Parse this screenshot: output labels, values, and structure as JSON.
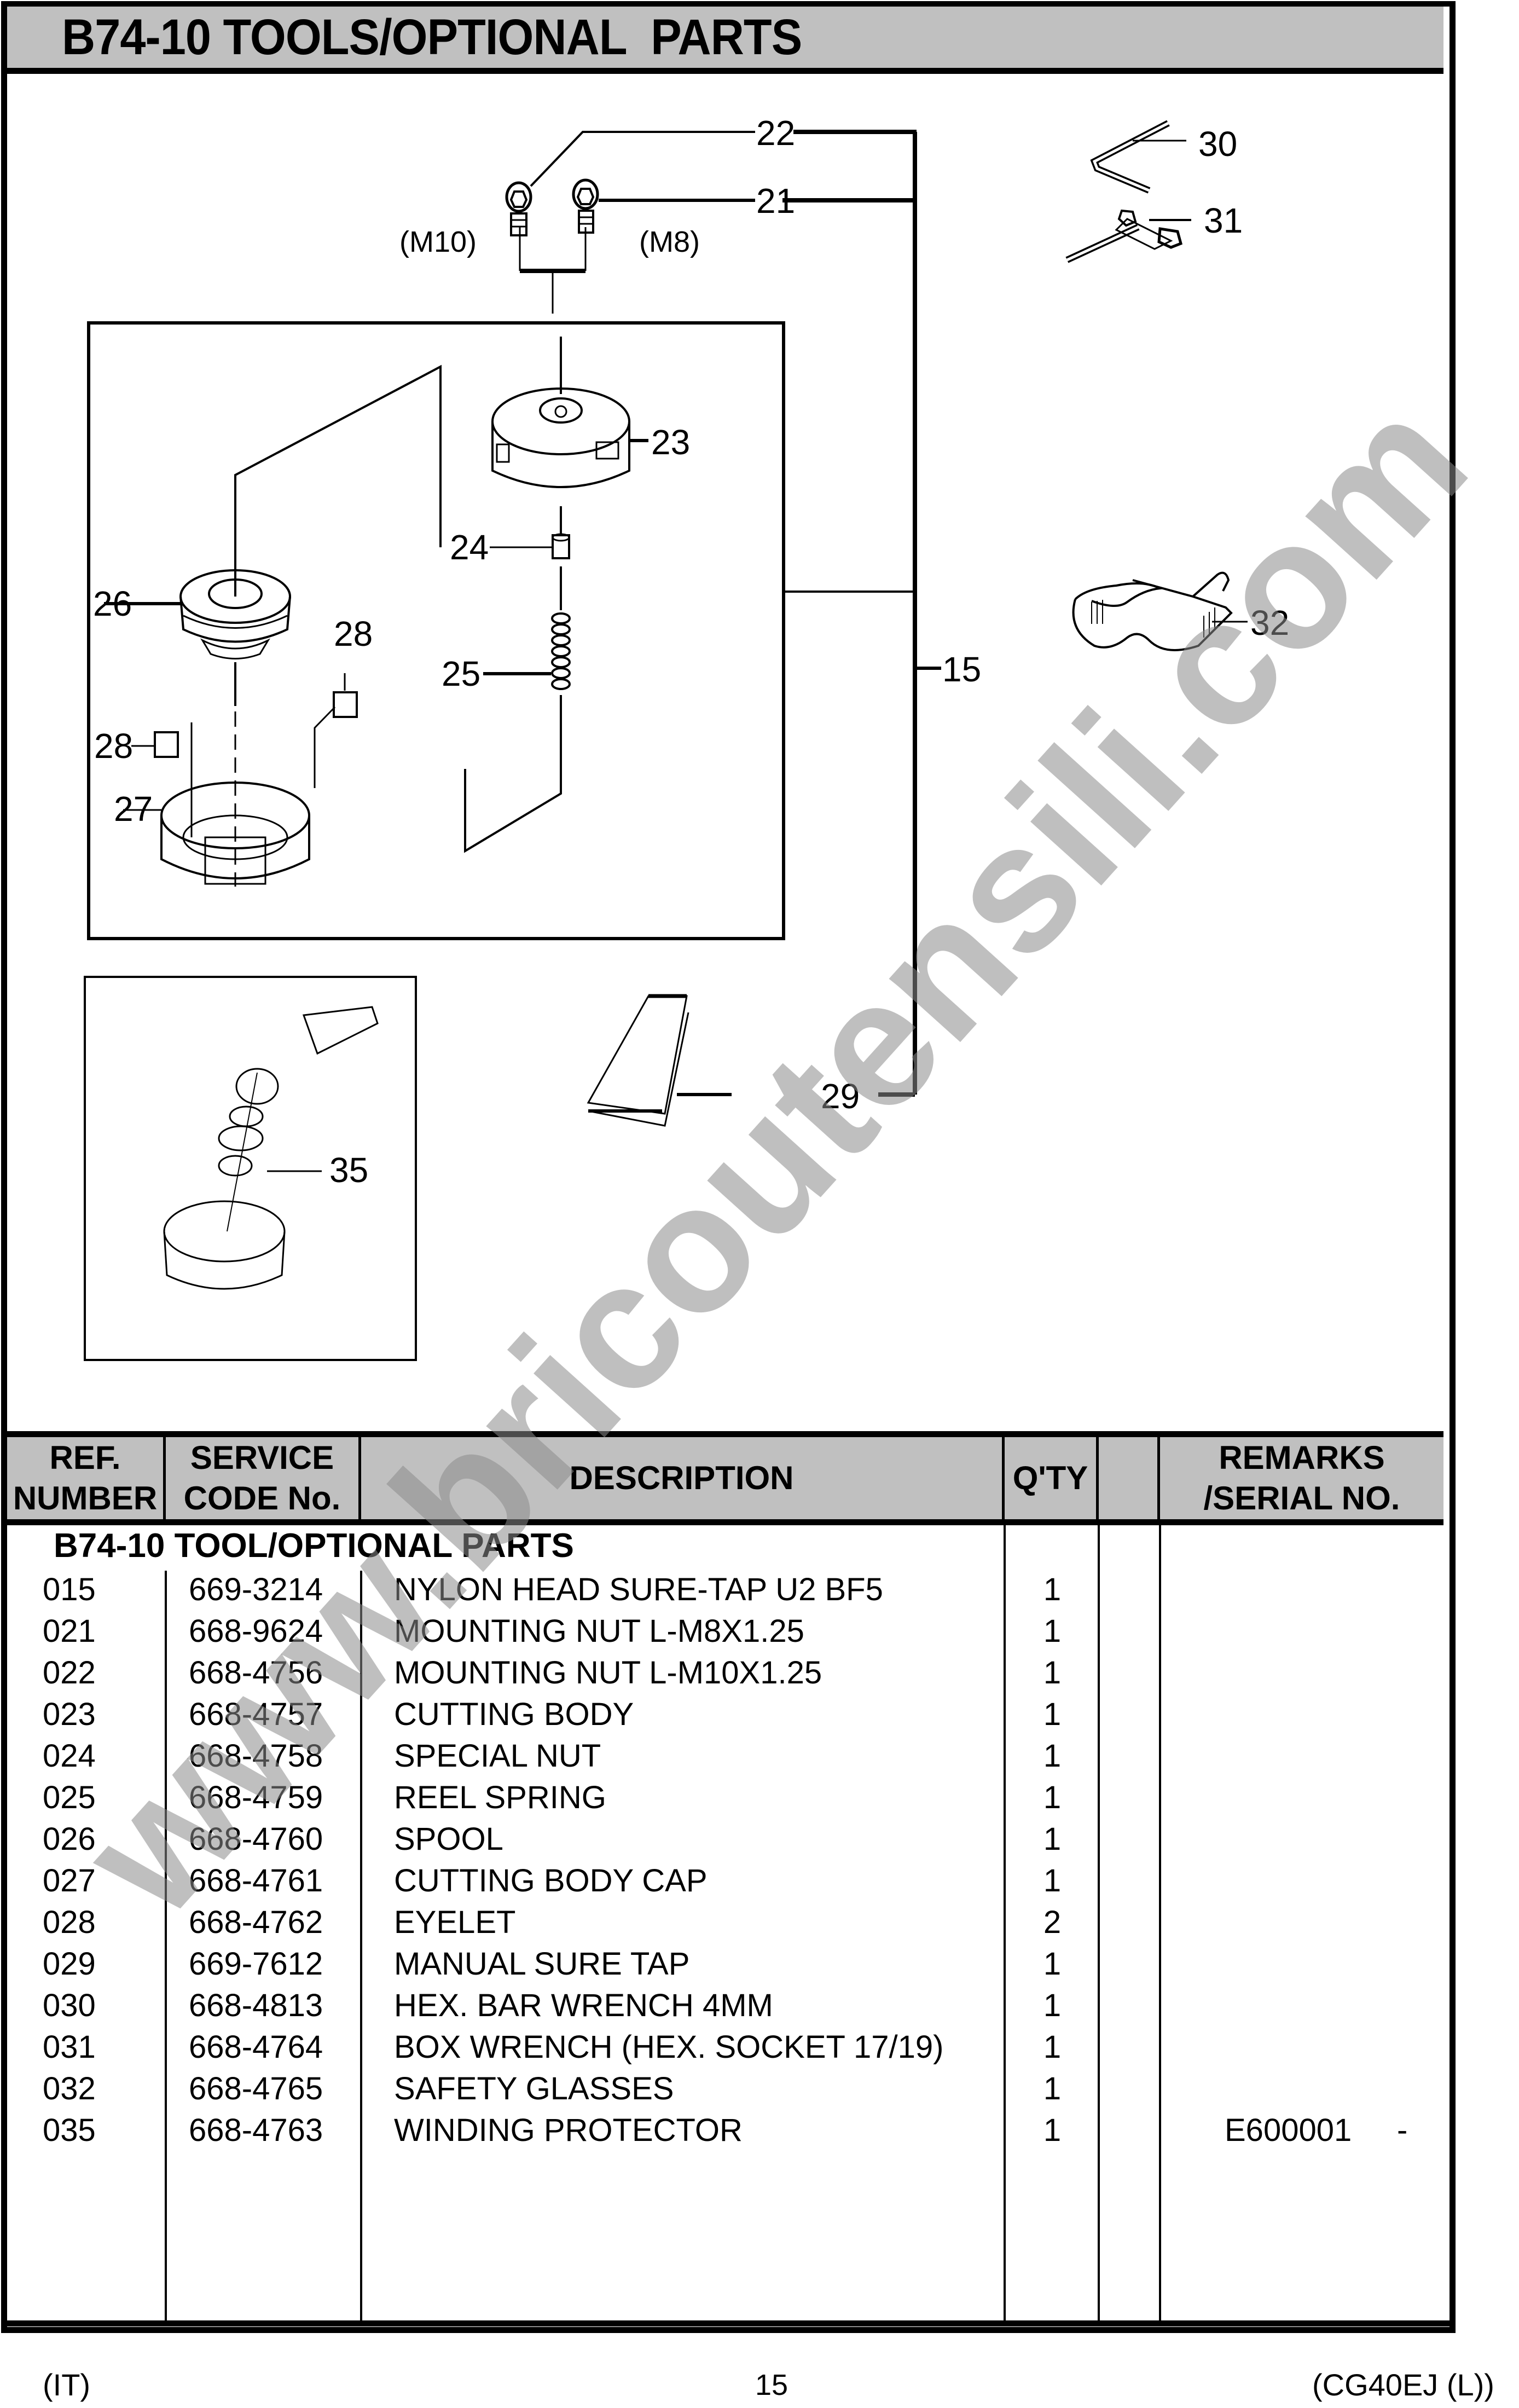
{
  "page": {
    "title": "B74-10 TOOLS/OPTIONAL  PARTS",
    "watermark": "www.bricoutensili.com"
  },
  "diagram": {
    "callouts": [
      {
        "id": "22",
        "label": "22"
      },
      {
        "id": "21",
        "label": "21"
      },
      {
        "id": "m10",
        "label": "(M10)"
      },
      {
        "id": "m8",
        "label": "(M8)"
      },
      {
        "id": "23",
        "label": "23"
      },
      {
        "id": "24",
        "label": "24"
      },
      {
        "id": "25",
        "label": "25"
      },
      {
        "id": "26",
        "label": "26"
      },
      {
        "id": "27",
        "label": "27"
      },
      {
        "id": "28a",
        "label": "28"
      },
      {
        "id": "28b",
        "label": "28"
      },
      {
        "id": "15",
        "label": "15"
      },
      {
        "id": "29",
        "label": "29"
      },
      {
        "id": "30",
        "label": "30"
      },
      {
        "id": "31",
        "label": "31"
      },
      {
        "id": "32",
        "label": "32"
      },
      {
        "id": "35",
        "label": "35"
      }
    ]
  },
  "table": {
    "headers": {
      "ref_line1": "REF.",
      "ref_line2": "NUMBER",
      "code_line1": "SERVICE",
      "code_line2": "CODE No.",
      "description": "DESCRIPTION",
      "qty": "Q'TY",
      "blank": "",
      "remarks_line1": "REMARKS",
      "remarks_line2": "/SERIAL NO."
    },
    "section_title": "B74-10 TOOL/OPTIONAL PARTS",
    "rows": [
      {
        "ref": "015",
        "code": "669-3214",
        "description": "NYLON HEAD SURE-TAP U2 BF5",
        "qty": "1",
        "remarks": "",
        "remarks_dash": ""
      },
      {
        "ref": "021",
        "code": "668-9624",
        "description": "MOUNTING NUT L-M8X1.25",
        "qty": "1",
        "remarks": "",
        "remarks_dash": ""
      },
      {
        "ref": "022",
        "code": "668-4756",
        "description": "MOUNTING NUT L-M10X1.25",
        "qty": "1",
        "remarks": "",
        "remarks_dash": ""
      },
      {
        "ref": "023",
        "code": "668-4757",
        "description": "CUTTING BODY",
        "qty": "1",
        "remarks": "",
        "remarks_dash": ""
      },
      {
        "ref": "024",
        "code": "668-4758",
        "description": "SPECIAL NUT",
        "qty": "1",
        "remarks": "",
        "remarks_dash": ""
      },
      {
        "ref": "025",
        "code": "668-4759",
        "description": "REEL SPRING",
        "qty": "1",
        "remarks": "",
        "remarks_dash": ""
      },
      {
        "ref": "026",
        "code": "668-4760",
        "description": "SPOOL",
        "qty": "1",
        "remarks": "",
        "remarks_dash": ""
      },
      {
        "ref": "027",
        "code": "668-4761",
        "description": "CUTTING BODY CAP",
        "qty": "1",
        "remarks": "",
        "remarks_dash": ""
      },
      {
        "ref": "028",
        "code": "668-4762",
        "description": "EYELET",
        "qty": "2",
        "remarks": "",
        "remarks_dash": ""
      },
      {
        "ref": "029",
        "code": "669-7612",
        "description": "MANUAL SURE TAP",
        "qty": "1",
        "remarks": "",
        "remarks_dash": ""
      },
      {
        "ref": "030",
        "code": "668-4813",
        "description": "HEX. BAR WRENCH 4MM",
        "qty": "1",
        "remarks": "",
        "remarks_dash": ""
      },
      {
        "ref": "031",
        "code": "668-4764",
        "description": "BOX WRENCH (HEX. SOCKET 17/19)",
        "qty": "1",
        "remarks": "",
        "remarks_dash": ""
      },
      {
        "ref": "032",
        "code": "668-4765",
        "description": "SAFETY GLASSES",
        "qty": "1",
        "remarks": "",
        "remarks_dash": ""
      },
      {
        "ref": "035",
        "code": "668-4763",
        "description": "WINDING PROTECTOR",
        "qty": "1",
        "remarks": "E600001",
        "remarks_dash": "-"
      }
    ]
  },
  "footer": {
    "left": "(IT)",
    "page_number": "15",
    "right": "(CG40EJ (L))"
  }
}
